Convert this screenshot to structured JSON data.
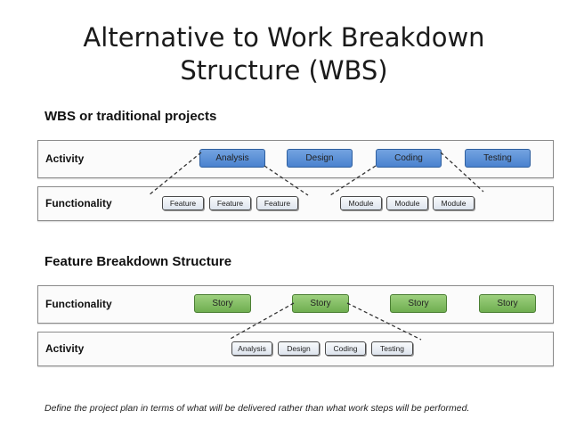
{
  "title": {
    "line1": "Alternative to Work Breakdown",
    "line2": "Structure (WBS)"
  },
  "section1": {
    "heading": "WBS or traditional projects",
    "rows": [
      {
        "label": "Activity",
        "items": [
          "Analysis",
          "Design",
          "Coding",
          "Testing"
        ]
      },
      {
        "label": "Functionality",
        "items": [
          "Feature",
          "Feature",
          "Feature",
          "Module",
          "Module",
          "Module"
        ]
      }
    ]
  },
  "section2": {
    "heading": "Feature Breakdown Structure",
    "rows": [
      {
        "label": "Functionality",
        "items": [
          "Story",
          "Story",
          "Story",
          "Story"
        ]
      },
      {
        "label": "Activity",
        "items": [
          "Analysis",
          "Design",
          "Coding",
          "Testing"
        ]
      }
    ]
  },
  "footer": "Define the project plan in terms of what will be delivered rather than what work steps will be performed.",
  "colors": {
    "activity_box": "#5b8fd6",
    "story_box": "#7dbb5e",
    "small_box": "#e6ebf2"
  }
}
